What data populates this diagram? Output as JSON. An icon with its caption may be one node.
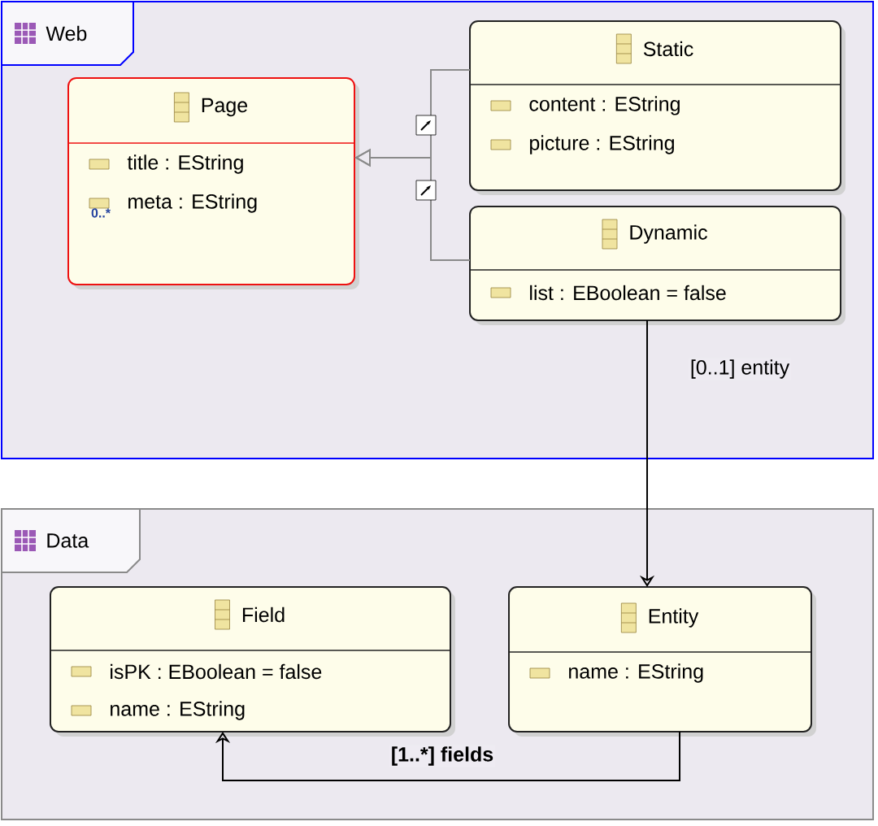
{
  "diagram": {
    "nodes": [
      {
        "text": [
          "Web"
        ]
      },
      {
        "text": [
          "Page",
          "title : EString",
          "meta : EString",
          "0..*"
        ],
        "in": 0
      },
      {
        "text": [
          "Static",
          "content : EString",
          "picture : EString"
        ],
        "in": 0
      },
      {
        "text": [
          "Dynamic",
          "list : EBoolean = false"
        ],
        "in": 0
      },
      {
        "text": [
          "Data"
        ]
      },
      {
        "text": [
          "Field",
          "isPK : EBoolean = false",
          "name : EString"
        ],
        "in": 4
      },
      {
        "text": [
          "Entity",
          "name : EString"
        ],
        "in": 4
      }
    ],
    "edges": [
      {
        "from": 2,
        "to": 1,
        "arrow": "to",
        "color": "#8a8a8a"
      },
      {
        "from": 3,
        "to": 1,
        "arrow": "to",
        "color": "#8a8a8a"
      },
      {
        "from": 3,
        "to": 6,
        "arrow": "to",
        "label": "[0..1] entity",
        "color": "#000000"
      },
      {
        "from": 6,
        "to": 5,
        "arrow": "to",
        "label": "[1..*] fields",
        "color": "#000000"
      }
    ]
  }
}
